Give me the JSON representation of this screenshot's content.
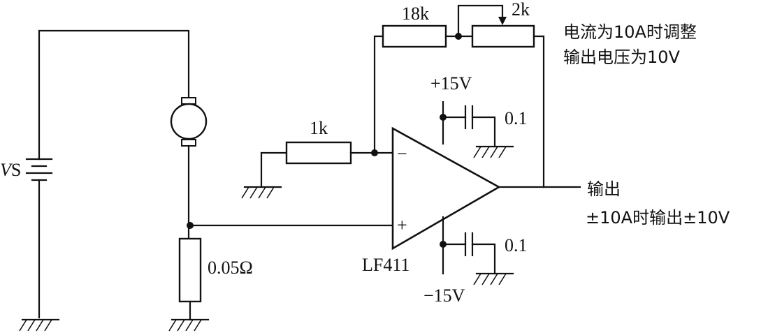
{
  "labels": {
    "vs_italic": "V",
    "vs_sub": "S",
    "shunt": "0.05Ω",
    "r_input": "1k",
    "r_feedback": "18k",
    "pot": "2k",
    "vpos": "+15V",
    "vneg": "−15V",
    "cap_top": "0.1",
    "cap_bottom": "0.1",
    "opamp": "LF411",
    "inv_sign": "−",
    "noninv_sign": "+",
    "note_line1": "电流为10A时调整",
    "note_line2": "输出电压为10V",
    "output": "输出",
    "output_note": "±10A时输出±10V"
  }
}
